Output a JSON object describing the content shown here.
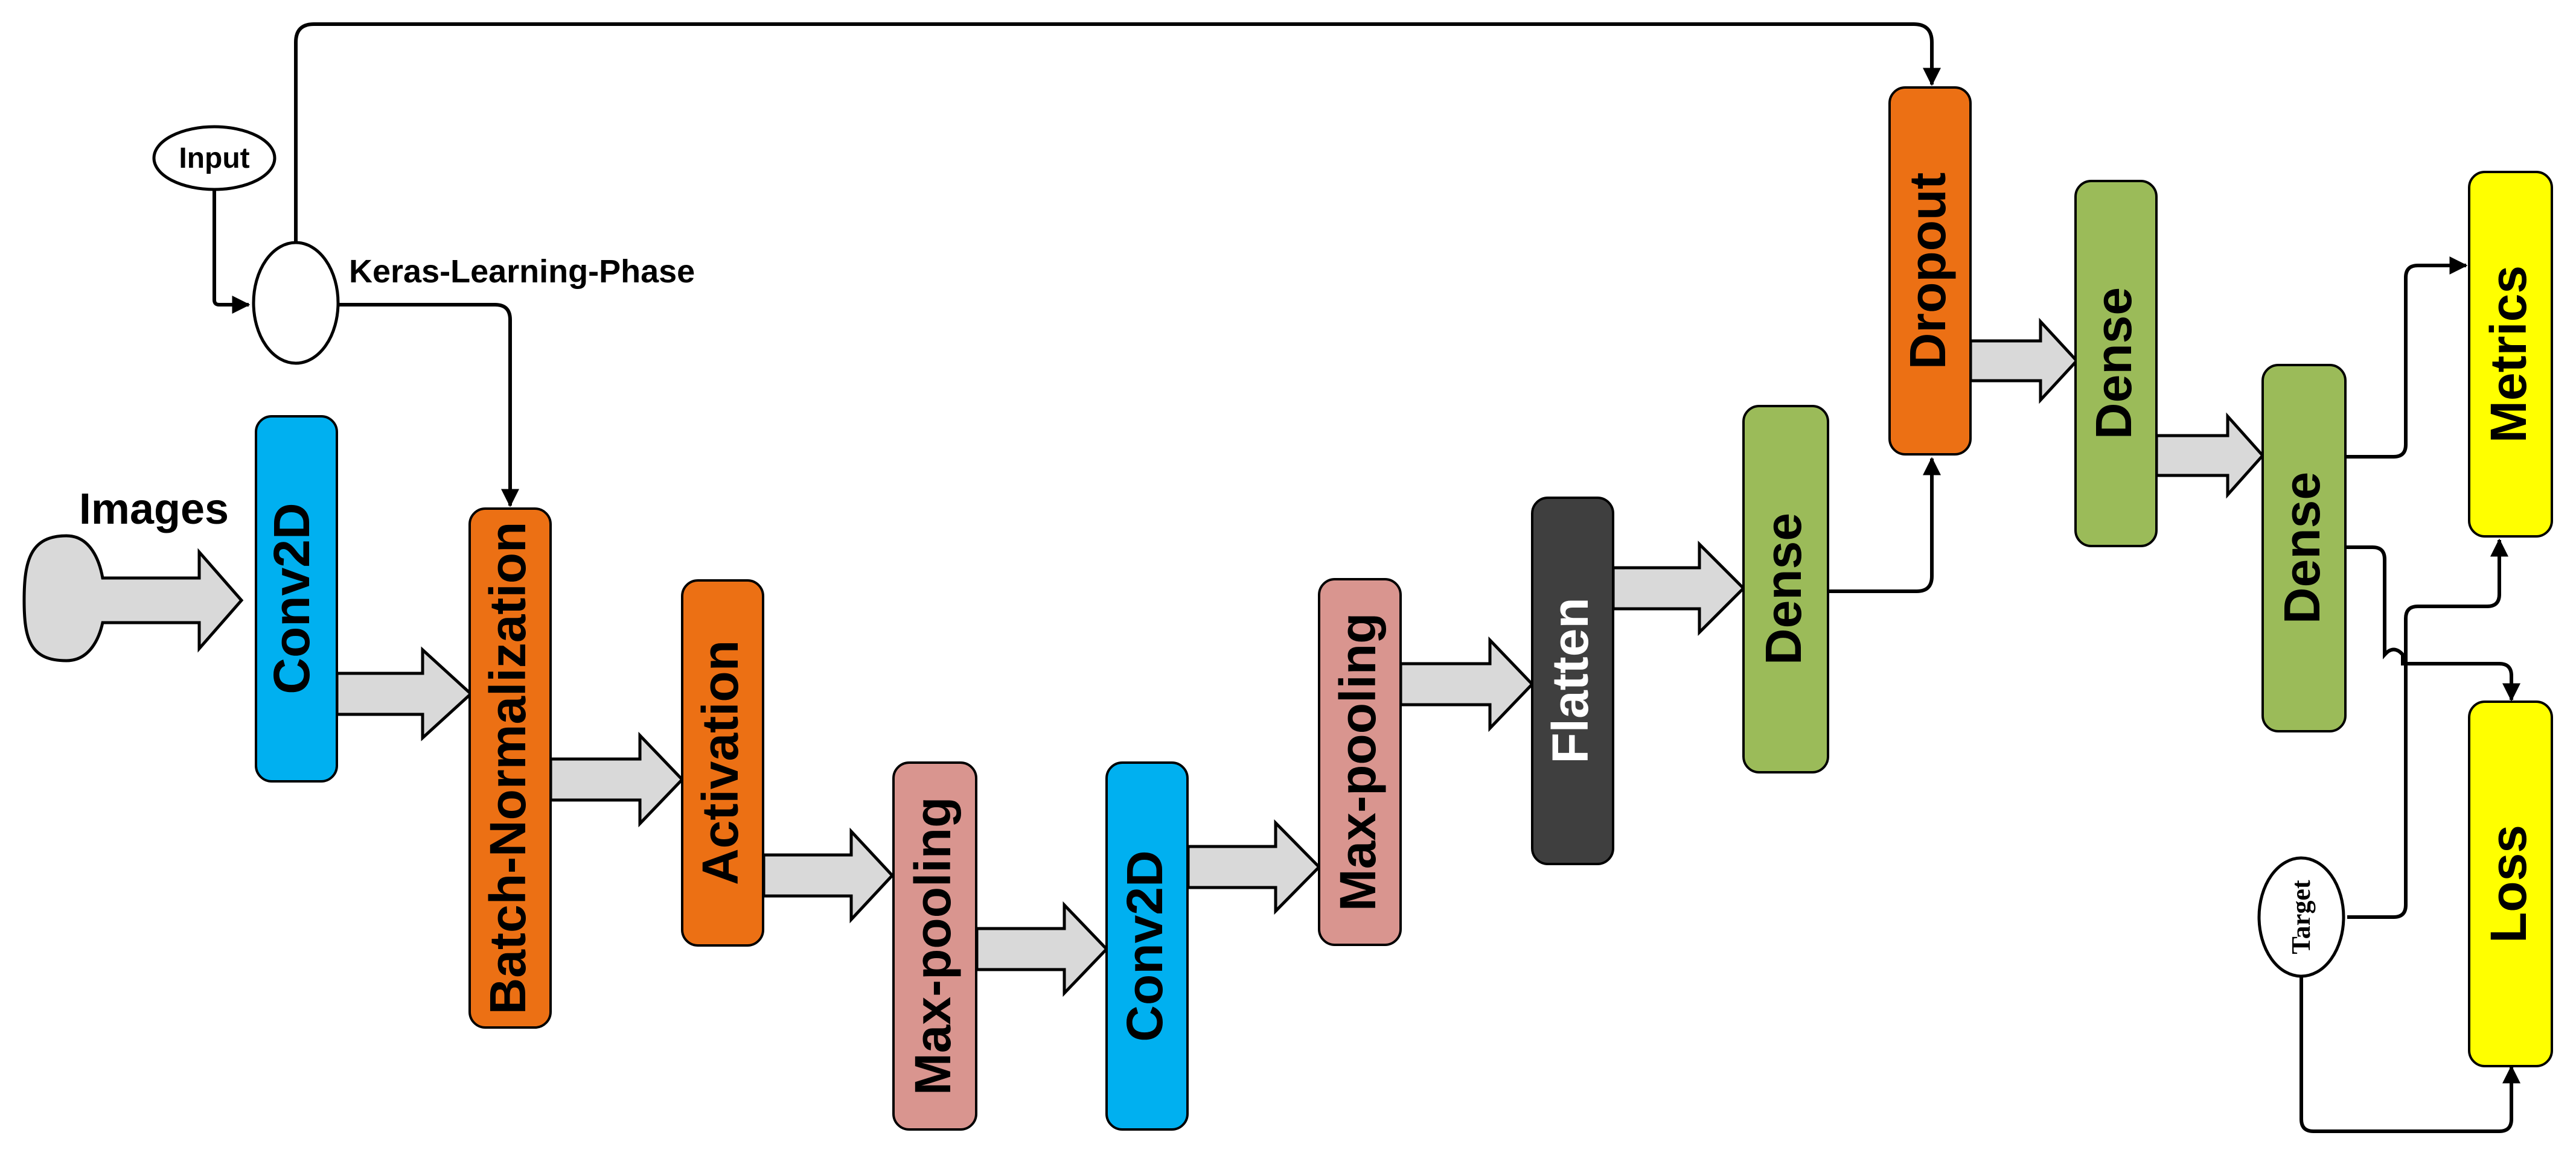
{
  "colors": {
    "conv2d": "#00B0F0",
    "batch_norm": "#EC7014",
    "activation": "#EC7014",
    "max_pooling": "#D9958F",
    "flatten": "#3F3F3F",
    "dense": "#9BBB59",
    "dropout": "#EC7014",
    "metrics": "#FFFF00",
    "loss": "#FFFF00",
    "flow_arrow": "#D9D9D9",
    "line": "#000000"
  },
  "labels": {
    "images": "Images",
    "input": "Input",
    "keras_learning_phase": "Keras-Learning-Phase",
    "target": "Target"
  },
  "blocks": {
    "conv2d_1": "Conv2D",
    "batch_normalization": "Batch-Normalization",
    "activation": "Activation",
    "max_pooling_1": "Max-pooling",
    "conv2d_2": "Conv2D",
    "max_pooling_2": "Max-pooling",
    "flatten": "Flatten",
    "dense_1": "Dense",
    "dropout": "Dropout",
    "dense_2": "Dense",
    "dense_3": "Dense",
    "metrics": "Metrics",
    "loss": "Loss"
  }
}
